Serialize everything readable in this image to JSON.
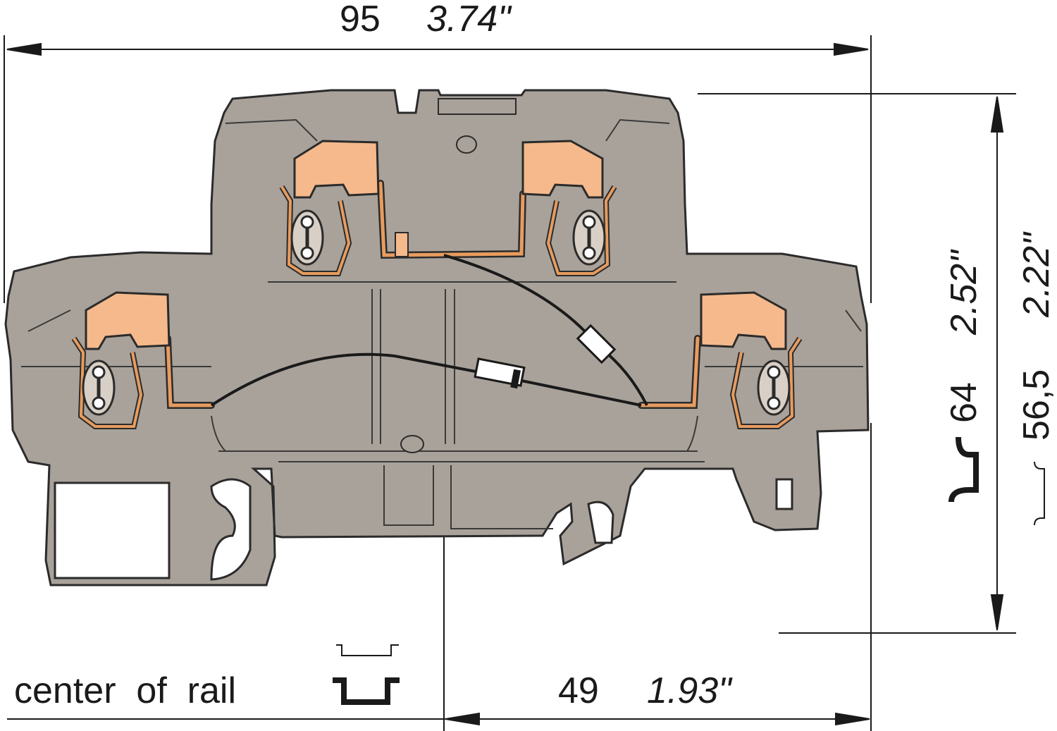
{
  "dimensions": {
    "width": {
      "mm": "95",
      "inch": "3.74\""
    },
    "height_total": {
      "mm": "64",
      "inch": "2.52\""
    },
    "height_alt": {
      "mm": "56,5",
      "inch": "2.22\""
    },
    "rail_offset": {
      "mm": "49",
      "inch": "1.93\""
    }
  },
  "labels": {
    "center_of_rail": "center  of  rail"
  },
  "colors": {
    "housing": "#a9a29a",
    "outline": "#2b2b2b",
    "clamp_orange": "#f5b98c",
    "spring_orange": "#e79c5f",
    "line": "#1a1a1a"
  }
}
